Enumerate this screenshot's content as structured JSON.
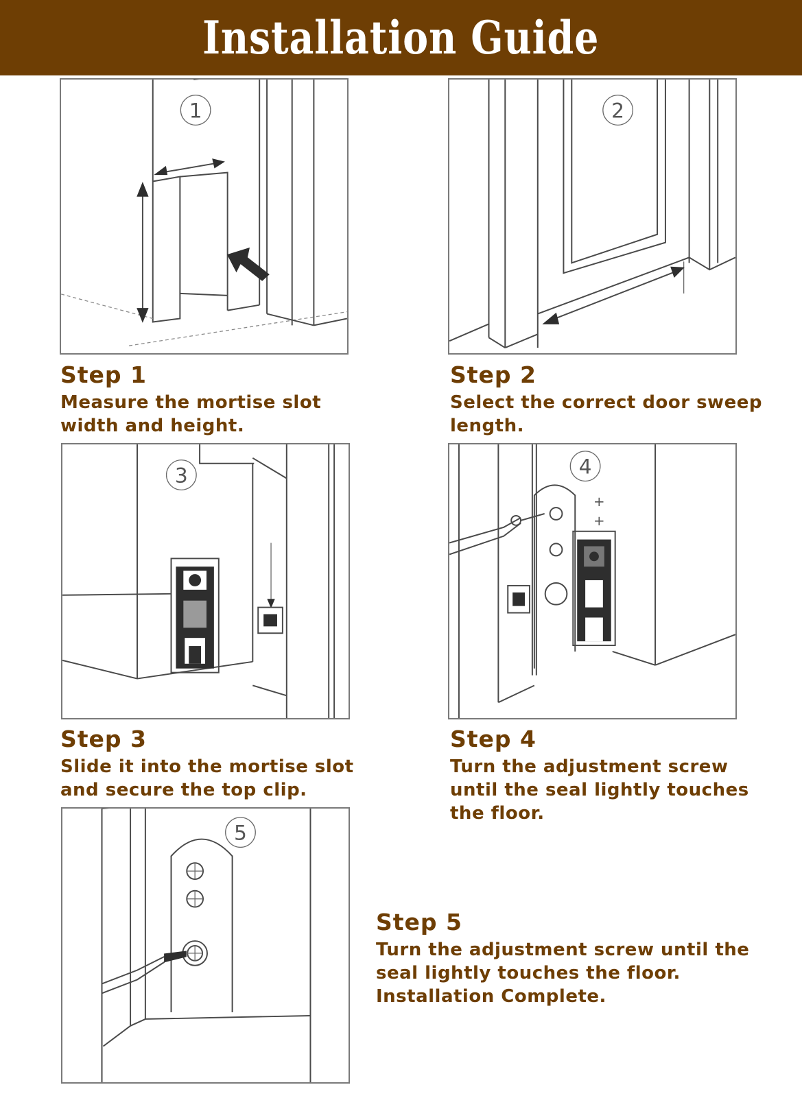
{
  "header": {
    "title": "Installation Guide"
  },
  "steps": [
    {
      "number": "①",
      "title": "Step 1",
      "lines": [
        "Measure the mortise slot",
        "width and height."
      ]
    },
    {
      "number": "②",
      "title": "Step 2",
      "lines": [
        "Select the correct door sweep",
        "length."
      ]
    },
    {
      "number": "③",
      "title": "Step 3",
      "lines": [
        "Slide it into the mortise slot",
        "and secure the top clip."
      ]
    },
    {
      "number": "④",
      "title": "Step 4",
      "lines": [
        "Turn the adjustment screw",
        "until the seal lightly touches",
        "the floor."
      ]
    },
    {
      "number": "⑤",
      "title": "Step 5",
      "lines": [
        "Turn the adjustment screw until the",
        "seal lightly touches the floor.",
        "Installation Complete."
      ]
    }
  ],
  "colors": {
    "header_bg": "#6e3e04",
    "header_text": "#ffffff",
    "step_text": "#6e3e04",
    "line_art": "#4a4a4a"
  }
}
